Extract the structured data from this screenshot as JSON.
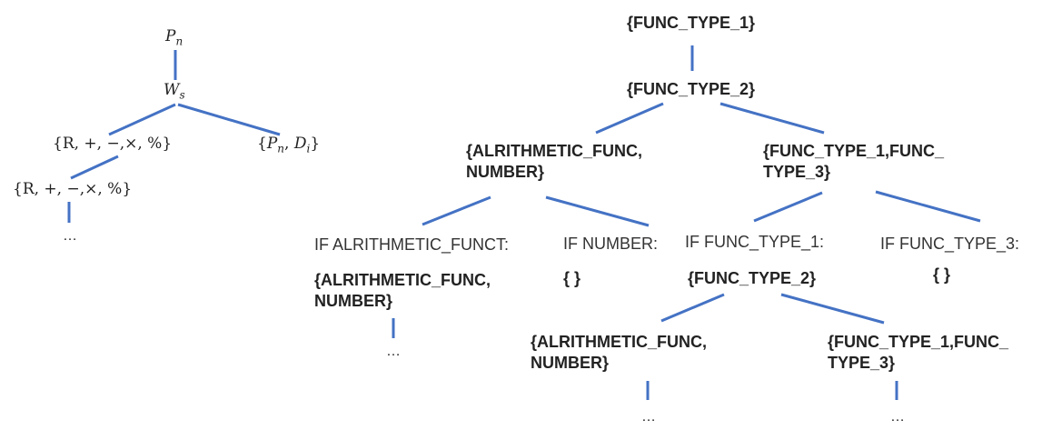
{
  "left_tree": {
    "pn": {
      "main": "P",
      "sub": "n"
    },
    "ws": {
      "main": "W",
      "sub": "s"
    },
    "ops1": "{R, +, −,×, %}",
    "pndi": {
      "open": "{",
      "p": "P",
      "psub": "n",
      "sep": ", ",
      "d": "D",
      "dsub": "i",
      "close": "}"
    },
    "ops2": "{R, +, −,×, %}",
    "ellipsis": "…"
  },
  "right_tree": {
    "root": "{FUNC_TYPE_1}",
    "level2": "{FUNC_TYPE_2}",
    "alrith": {
      "line1": "{ALRITHMETIC_FUNC,",
      "line2": "NUMBER}"
    },
    "func13": {
      "line1": "{FUNC_TYPE_1,FUNC_",
      "line2": "TYPE_3}"
    },
    "cond_alrith": "IF ALRITHMETIC_FUNCT:",
    "cond_number": "IF NUMBER:",
    "cond_ft1": "IF FUNC_TYPE_1:",
    "cond_ft3": "IF FUNC_TYPE_3:",
    "alrith2": {
      "line1": "{ALRITHMETIC_FUNC,",
      "line2": "NUMBER}"
    },
    "empty_number": "{ }",
    "ft2_again": "{FUNC_TYPE_2}",
    "empty_ft3": "{ }",
    "alrith3": {
      "line1": "{ALRITHMETIC_FUNC,",
      "line2": "NUMBER}"
    },
    "func13b": {
      "line1": "{FUNC_TYPE_1,FUNC_",
      "line2": "TYPE_3}"
    },
    "ellipsis_a": "…",
    "ellipsis_b": "…",
    "ellipsis_c": "…"
  }
}
